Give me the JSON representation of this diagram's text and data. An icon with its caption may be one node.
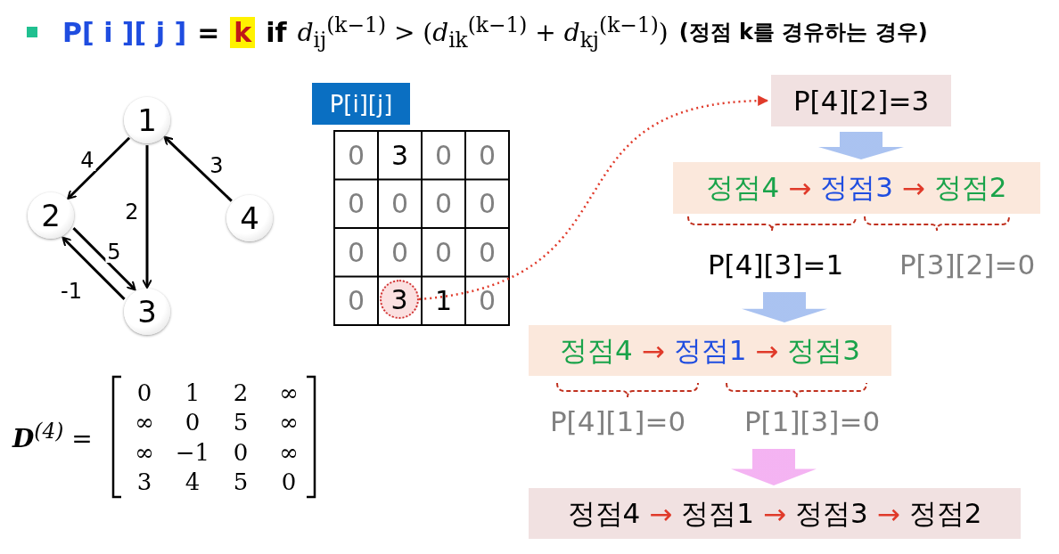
{
  "diagram": {
    "nodes": [
      {
        "text": [
          "1"
        ]
      },
      {
        "text": [
          "2"
        ]
      },
      {
        "text": [
          "3"
        ]
      },
      {
        "text": [
          "4"
        ]
      },
      {
        "text": [
          "P[i][j]"
        ]
      },
      {
        "text": [
          "3"
        ]
      },
      {
        "text": [
          "P[4][2]=3"
        ]
      },
      {
        "text": [
          "정점4",
          "→",
          "정점3",
          "→",
          "정점2"
        ]
      },
      {
        "text": [
          "P[4][3]=1"
        ]
      },
      {
        "text": [
          "P[3][2]=0"
        ]
      },
      {
        "text": [
          "정점4",
          "→",
          "정점1",
          "→",
          "정점3"
        ]
      },
      {
        "text": [
          "P[4][1]=0"
        ]
      },
      {
        "text": [
          "P[1][3]=0"
        ]
      },
      {
        "text": [
          "정점4",
          "→",
          "정점1",
          "→",
          "정점3",
          "→",
          "정점2"
        ]
      }
    ],
    "edges": [
      {
        "from": 0,
        "to": 1,
        "arrow": "to",
        "label": "4"
      },
      {
        "from": 0,
        "to": 2,
        "arrow": "to",
        "label": "2"
      },
      {
        "from": 3,
        "to": 0,
        "arrow": "to",
        "label": "3"
      },
      {
        "from": 1,
        "to": 2,
        "arrow": "to",
        "label": "5"
      },
      {
        "from": 2,
        "to": 1,
        "arrow": "to",
        "label": "-1"
      },
      {
        "from": 5,
        "to": 6,
        "arrow": "to",
        "style": "dashed",
        "color": "#e03a2a"
      },
      {
        "from": 6,
        "to": 7,
        "arrow": "to",
        "style": "thick",
        "color": "#9bb8ee"
      },
      {
        "from": 8,
        "to": 10,
        "arrow": "to",
        "style": "thick",
        "color": "#9bb8ee"
      },
      {
        "from": 11,
        "to": 13,
        "arrow": "to",
        "style": "thick",
        "color": "#f2a6f0"
      },
      {
        "from": 12,
        "to": 13,
        "arrow": "to",
        "style": "thick",
        "color": "#f2a6f0"
      }
    ],
    "labels": [
      "P[ i ][ j ]",
      "=",
      "k",
      "if",
      "*d*$_{ij}$$^{(k−1)}$ > (*d*$_{ik}$$^{(k−1)}$ + *d*$_{kj}$$^{(k−1)}$)",
      "(정점 k를 경유하는 경우)",
      "0",
      "3",
      "0",
      "0",
      "0",
      "0",
      "0",
      "0",
      "0",
      "0",
      "0",
      "0",
      "0",
      "1",
      "0",
      "**D**$^{(4)}$ =",
      "0",
      "1",
      "2",
      "∞",
      "∞",
      "0",
      "5",
      "∞",
      "∞",
      "−1",
      "0",
      "∞",
      "3",
      "4",
      "5",
      "0"
    ]
  }
}
